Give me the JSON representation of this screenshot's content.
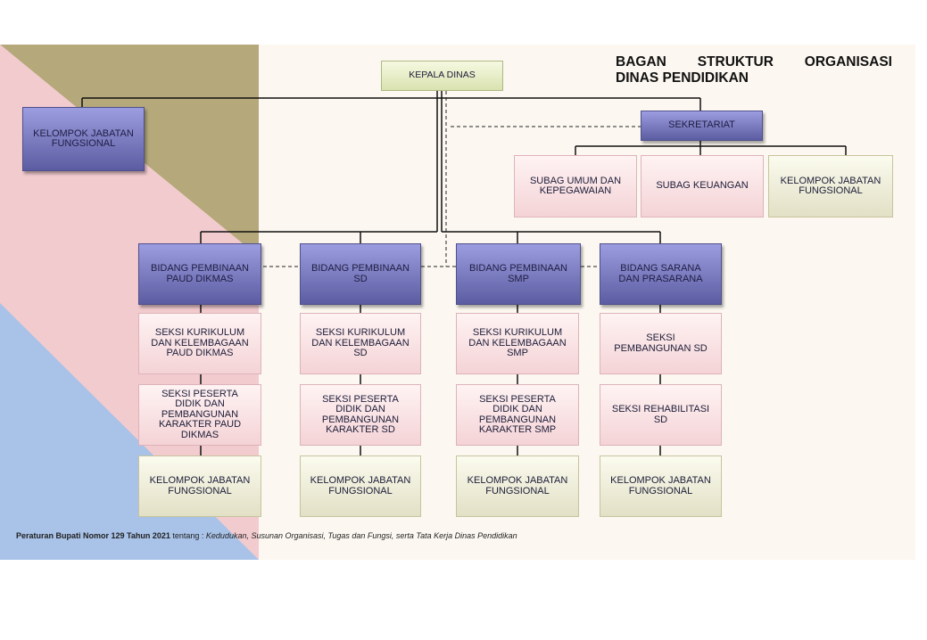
{
  "title": {
    "line1": "BAGAN STRUKTUR ORGANISASI",
    "line2": "DINAS PENDIDIKAN"
  },
  "nodes": {
    "kepala_dinas": "KEPALA DINAS",
    "kelompok_jabatan_fungsional_left": "KELOMPOK JABATAN\nFUNGSIONAL",
    "sekretariat": "SEKRETARIAT",
    "subag_umum": "SUBAG UMUM DAN\nKEPEGAWAIAN",
    "subag_keuangan": "SUBAG KEUANGAN",
    "kelompok_jabatan_fungsional_sek": "KELOMPOK JABATAN\nFUNGSIONAL",
    "bidang_paud": "BIDANG PEMBINAAN\nPAUD DIKMAS",
    "bidang_sd": "BIDANG PEMBINAAN\nSD",
    "bidang_smp": "BIDANG PEMBINAAN\nSMP",
    "bidang_sarana": "BIDANG SARANA\nDAN PRASARANA",
    "seksi_kurikulum_paud": "SEKSI KURIKULUM\nDAN KELEMBAGAAN\nPAUD DIKMAS",
    "seksi_peserta_paud": "SEKSI PESERTA\nDIDIK DAN\nPEMBANGUNAN\nKARAKTER PAUD\nDIKMAS",
    "kjf_paud": "KELOMPOK JABATAN\nFUNGSIONAL",
    "seksi_kurikulum_sd": "SEKSI KURIKULUM\nDAN KELEMBAGAAN\nSD",
    "seksi_peserta_sd": "SEKSI PESERTA\nDIDIK DAN\nPEMBANGUNAN\nKARAKTER SD",
    "kjf_sd": "KELOMPOK JABATAN\nFUNGSIONAL",
    "seksi_kurikulum_smp": "SEKSI KURIKULUM\nDAN KELEMBAGAAN\nSMP",
    "seksi_peserta_smp": "SEKSI PESERTA\nDIDIK DAN\nPEMBANGUNAN\nKARAKTER SMP",
    "kjf_smp": "KELOMPOK JABATAN\nFUNGSIONAL",
    "seksi_pembangunan_sd": "SEKSI\nPEMBANGUNAN SD",
    "seksi_rehabilitasi_sd": "SEKSI REHABILITASI\nSD",
    "kjf_sarana": "KELOMPOK JABATAN\nFUNGSIONAL"
  },
  "footer": {
    "bold": "Peraturan Bupati Nomor 129 Tahun 2021",
    "connector": " tentang : ",
    "italic": "Kedudukan, Susunan Organisasi, Tugas dan Fungsi, serta Tata Kerja Dinas Pendidikan"
  },
  "colors": {
    "head_box": "#7474bc",
    "pink_box": "#f7dde0",
    "olive_box": "#e8e6cf",
    "kepala_box": "#e4ebc0",
    "bg_olive": "#b5a87a",
    "bg_pink": "#f2cbcf",
    "bg_blue": "#a8c2e8"
  }
}
